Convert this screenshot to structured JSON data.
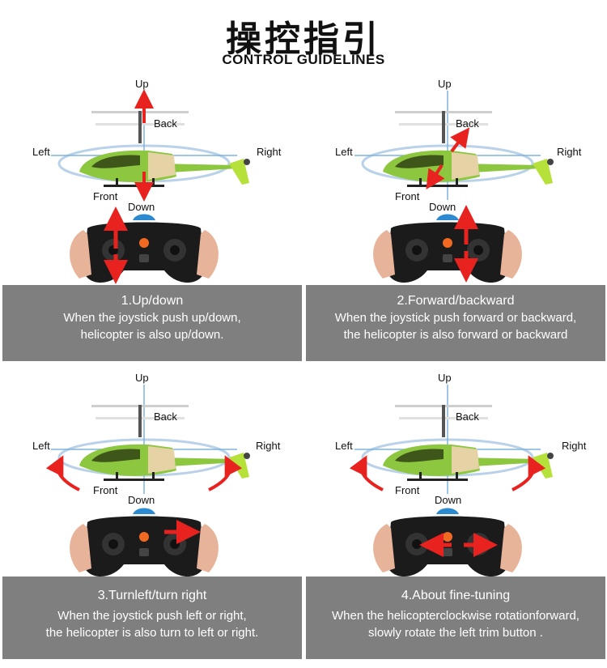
{
  "header": {
    "title_cn": "操控指引",
    "title_en": "CONTROL GUIDELINES"
  },
  "labels": {
    "up": "Up",
    "down": "Down",
    "left": "Left",
    "right": "Right",
    "front": "Front",
    "back": "Back"
  },
  "panels": [
    {
      "title": "1.Up/down",
      "line1": "When the joystick push up/down,",
      "line2": "helicopter is also up/down."
    },
    {
      "title": "2.Forward/backward",
      "line1": "When the joystick push forward or backward,",
      "line2": "the helicopter is also forward or backward"
    },
    {
      "title": "3.Turnleft/turn right",
      "line1": "When the joystick push left or right,",
      "line2": "the helicopter is also turn to left or right."
    },
    {
      "title": "4.About fine-tuning",
      "line1": "When the helicopterclockwise rotationforward,",
      "line2": "slowly rotate the left trim button ."
    }
  ],
  "colors": {
    "caption_bg": "#7f7f7f",
    "arrow": "#e8231f",
    "helicopter_body": "#8dc63f",
    "ring": "#a7c6e3",
    "controller": "#1b1b1b",
    "accent_orange": "#f26a21"
  }
}
